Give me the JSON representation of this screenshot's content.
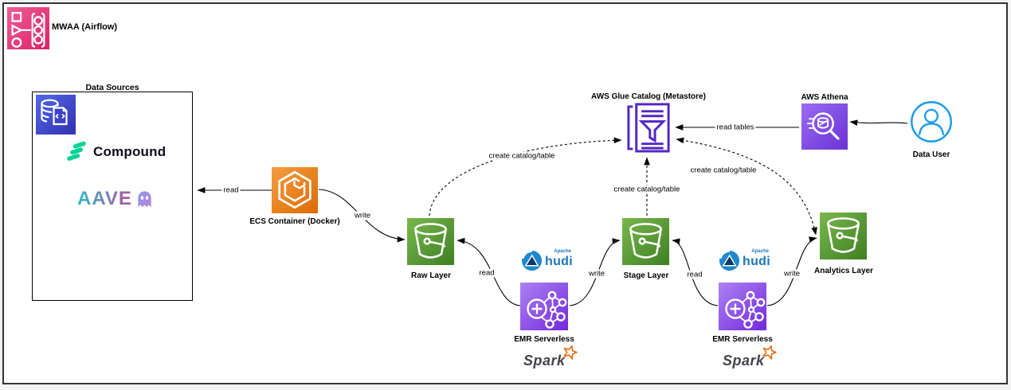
{
  "mwaa": {
    "label": "MWAA (Airflow)"
  },
  "data_sources": {
    "title": "Data Sources",
    "compound_label": "Compound",
    "aave_label": "AAVE"
  },
  "ecs": {
    "label": "ECS Container (Docker)"
  },
  "raw_layer": {
    "label": "Raw Layer"
  },
  "stage_layer": {
    "label": "Stage Layer"
  },
  "analytics_layer": {
    "label": "Analytics Layer"
  },
  "emr_serverless_1": {
    "label": "EMR Serverless"
  },
  "emr_serverless_2": {
    "label": "EMR Serverless"
  },
  "glue_catalog": {
    "label": "AWS Glue Catalog (Metastore)"
  },
  "athena": {
    "label": "AWS Athena"
  },
  "data_user": {
    "label": "Data User"
  },
  "hudi_logo": {
    "apache": "Apache",
    "name": "hudi"
  },
  "spark_logo": {
    "name": "Spark"
  },
  "edges": {
    "read_sources": {
      "label": "read"
    },
    "write_raw": {
      "label": "write"
    },
    "read_raw": {
      "label": "read"
    },
    "write_stage": {
      "label": "write"
    },
    "read_stage": {
      "label": "read"
    },
    "write_analytics": {
      "label": "write"
    },
    "read_tables": {
      "label": "read tables"
    },
    "create_catalog_raw": {
      "label": "create catalog/table"
    },
    "create_catalog_stage": {
      "label": "create catalog/table"
    },
    "create_catalog_analytics": {
      "label": "create catalog/table"
    }
  },
  "colors": {
    "mwaa_pink": "#DB2268",
    "database_blue": "#3230B2",
    "compound_green": "#00D395",
    "aave_teal": "#2EBAC6",
    "aave_purple": "#B6509E",
    "ecs_orange": "#DE6B04",
    "s3_green": "#3E7F22",
    "emr_purple": "#7228DC",
    "athena_purple": "#6B32D6",
    "glue_purple": "#5326C4",
    "user_blue": "#1C9CEA",
    "hudi_blue": "#1B75BB",
    "spark_orange": "#E8701A",
    "canvas_border": "#333333"
  },
  "icons": [
    "mwaa-airflow-icon",
    "database-icon",
    "compound-icon",
    "aave-ghost-icon",
    "ecs-container-icon",
    "s3-bucket-icon",
    "emr-serverless-icon",
    "glue-catalog-icon",
    "athena-icon",
    "data-user-icon",
    "hudi-icon",
    "spark-star-icon"
  ]
}
